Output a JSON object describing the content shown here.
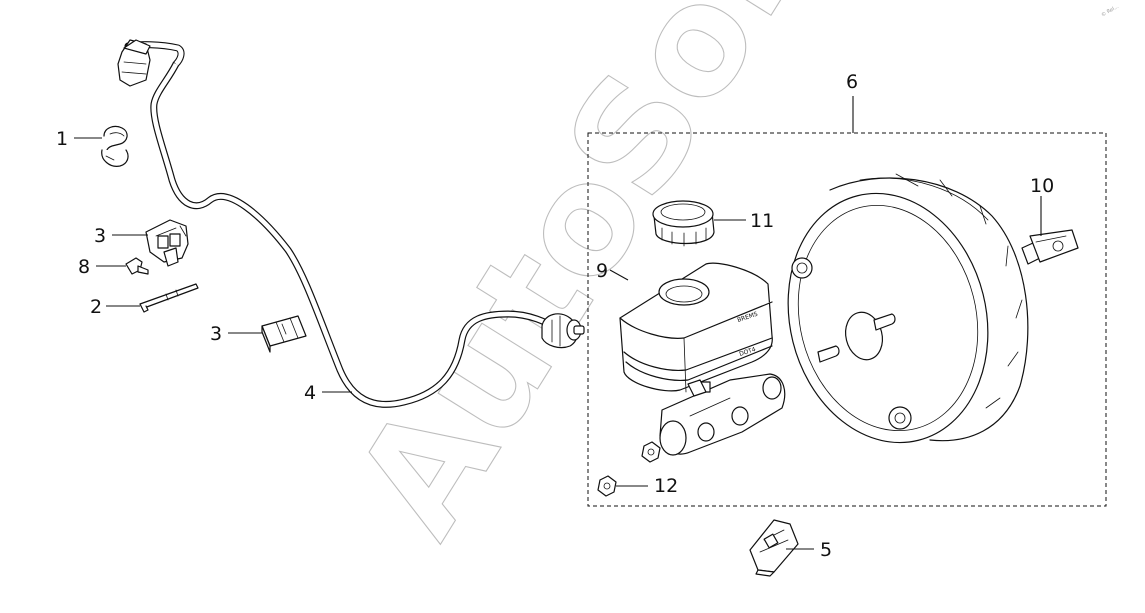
{
  "diagram": {
    "watermark": "AutoSoft",
    "corner_mark": "© Rel...",
    "reservoir_text_1": "BREMS",
    "reservoir_text_2": "DOT4",
    "callouts": [
      {
        "id": "1",
        "label": "1"
      },
      {
        "id": "2",
        "label": "2"
      },
      {
        "id": "3a",
        "label": "3"
      },
      {
        "id": "3b",
        "label": "3"
      },
      {
        "id": "4",
        "label": "4"
      },
      {
        "id": "5",
        "label": "5"
      },
      {
        "id": "6",
        "label": "6"
      },
      {
        "id": "8",
        "label": "8"
      },
      {
        "id": "9",
        "label": "9"
      },
      {
        "id": "10",
        "label": "10"
      },
      {
        "id": "11",
        "label": "11"
      },
      {
        "id": "12",
        "label": "12"
      }
    ]
  }
}
